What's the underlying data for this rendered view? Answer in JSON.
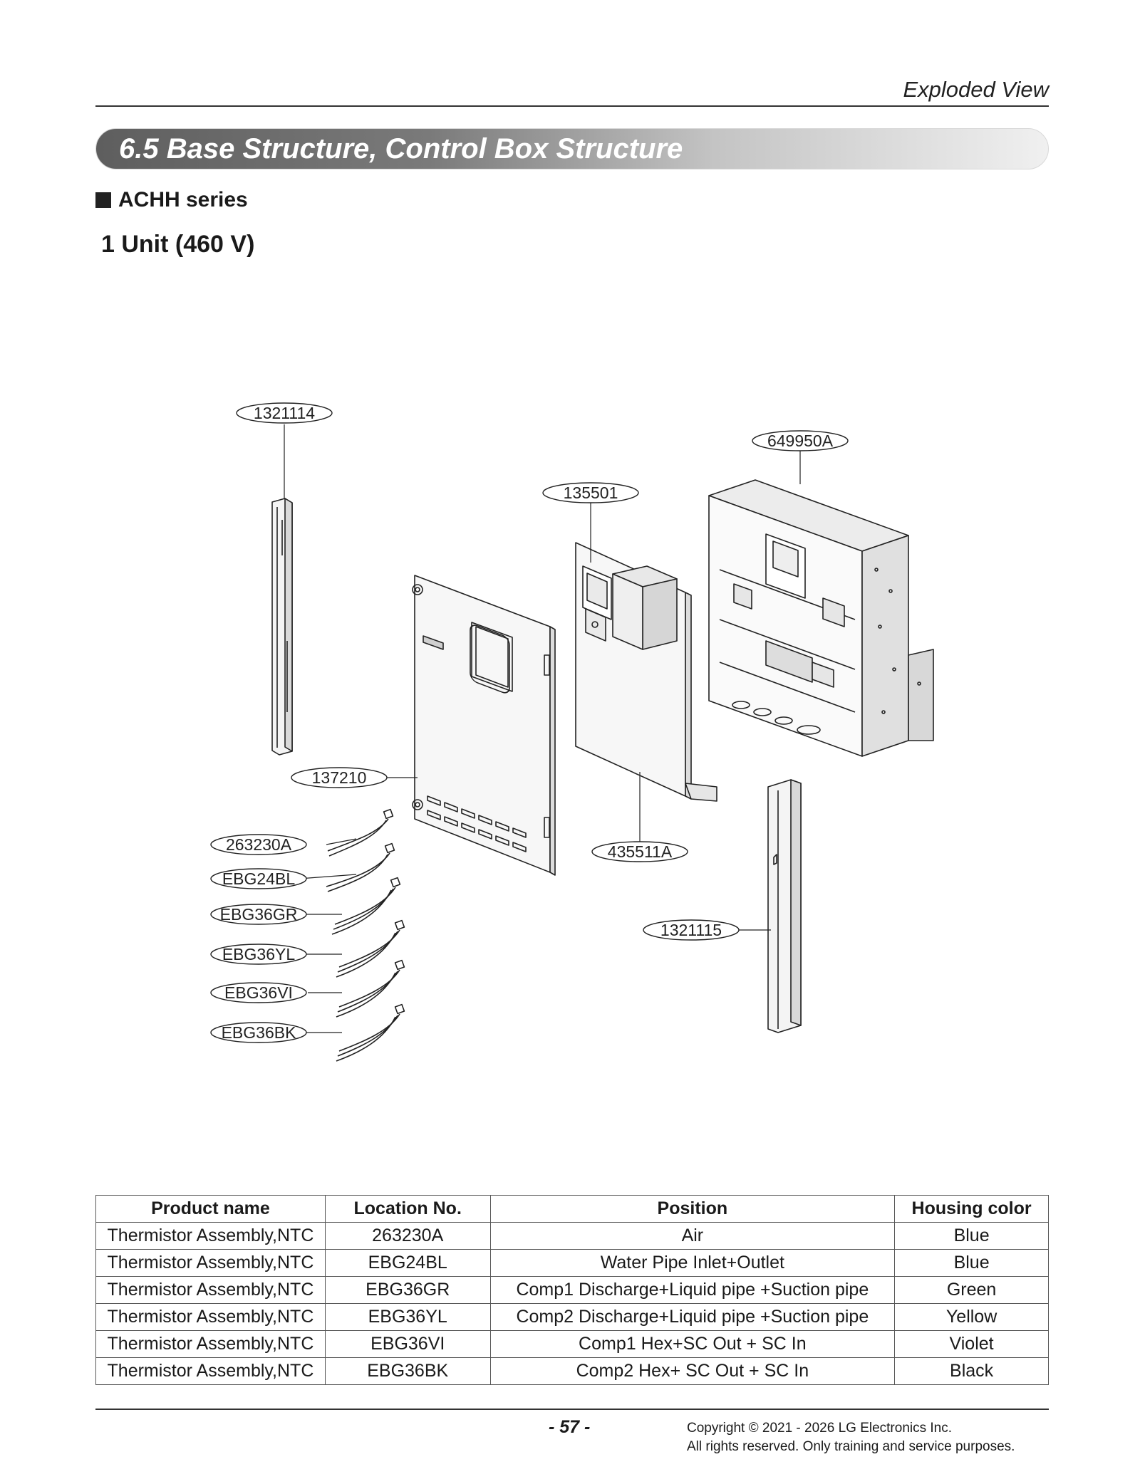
{
  "header": {
    "section_label": "Exploded View"
  },
  "section": {
    "title": "6.5 Base Structure, Control Box Structure"
  },
  "series": {
    "label": "ACHH series"
  },
  "unit_heading": "1 Unit (460 V)",
  "diagram": {
    "callouts": {
      "c1321114": "1321114",
      "c649950A": "649950A",
      "c135501": "135501",
      "c137210": "137210",
      "c263230A": "263230A",
      "cEBG24BL": "EBG24BL",
      "cEBG36GR": "EBG36GR",
      "cEBG36YL": "EBG36YL",
      "cEBG36VI": "EBG36VI",
      "cEBG36BK": "EBG36BK",
      "c435511A": "435511A",
      "c1321115": "1321115"
    }
  },
  "table": {
    "headers": [
      "Product name",
      "Location No.",
      "Position",
      "Housing color"
    ],
    "rows": [
      [
        "Thermistor Assembly,NTC",
        "263230A",
        "Air",
        "Blue"
      ],
      [
        "Thermistor Assembly,NTC",
        "EBG24BL",
        "Water Pipe Inlet+Outlet",
        "Blue"
      ],
      [
        "Thermistor Assembly,NTC",
        "EBG36GR",
        "Comp1 Discharge+Liquid pipe +Suction pipe",
        "Green"
      ],
      [
        "Thermistor Assembly,NTC",
        "EBG36YL",
        "Comp2 Discharge+Liquid pipe +Suction pipe",
        "Yellow"
      ],
      [
        "Thermistor Assembly,NTC",
        "EBG36VI",
        "Comp1 Hex+SC Out + SC In",
        "Violet"
      ],
      [
        "Thermistor Assembly,NTC",
        "EBG36BK",
        "Comp2 Hex+ SC Out + SC In",
        "Black"
      ]
    ]
  },
  "footer": {
    "page_number": "- 57 -",
    "copyright_line1": "Copyright © 2021 - 2026 LG Electronics Inc.",
    "copyright_line2": "All rights reserved. Only training and service purposes."
  }
}
